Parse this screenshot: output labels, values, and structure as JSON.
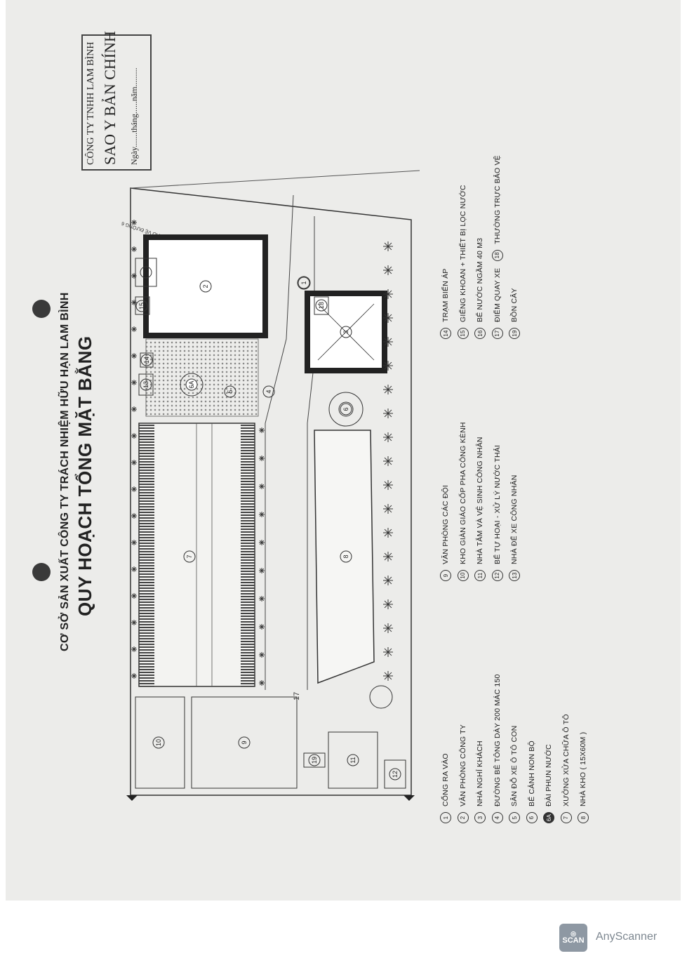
{
  "header": {
    "company_line": "CƠ SỞ SẢN XUẤT CÔNG TY TRÁCH NHIỆM HỮU HẠN LAM BÌNH",
    "title": "QUY HOẠCH TỔNG MẶT BẰNG"
  },
  "stamp": {
    "company": "CÔNG TY TNHH LAM BÌNH",
    "label": "SAO Y BẢN CHÍNH",
    "date_line": "Ngày.......tháng......năm........."
  },
  "plan_labels": {
    "road_label": "ĐẤT HÀNH LANG BẢO VỆ ĐƯỜNG 6",
    "building_numbers": [
      "1",
      "2",
      "3",
      "4",
      "5",
      "6",
      "6A",
      "7",
      "8",
      "9",
      "10",
      "11",
      "12",
      "13",
      "14",
      "15",
      "16",
      "17",
      "18",
      "19"
    ]
  },
  "legend": [
    {
      "num": "1",
      "label": "CỔNG RA VÀO"
    },
    {
      "num": "2",
      "label": "VĂN PHÒNG CÔNG TY"
    },
    {
      "num": "3",
      "label": "NHÀ NGHỈ KHÁCH"
    },
    {
      "num": "4",
      "label": "ĐƯỜNG BÊ TÔNG DÀY 200 MÁC 150"
    },
    {
      "num": "5",
      "label": "SÂN ĐỖ XE Ô TÔ CON"
    },
    {
      "num": "6",
      "label": "BỂ CẢNH NON BỘ"
    },
    {
      "num": "6A",
      "label": "ĐÀI PHUN NƯỚC"
    },
    {
      "num": "7",
      "label": "XƯỞNG XỬA CHỮA Ô TÔ"
    },
    {
      "num": "8",
      "label": "NHÀ KHO   ( 15X60M )"
    },
    {
      "num": "9",
      "label": "VĂN PHÒNG CÁC ĐỘI"
    },
    {
      "num": "10",
      "label": "KHO GIÀN GIÁO CỐP PHA CÔNG KÈNH"
    },
    {
      "num": "11",
      "label": "NHÀ TẮM VÀ VỆ SINH CÔNG NHÂN"
    },
    {
      "num": "12",
      "label": "BỂ TỰ HOẠI - XỬ LÝ NƯỚC THẢI"
    },
    {
      "num": "13",
      "label": "NHÀ ĐỂ XE CÔNG NHÂN"
    },
    {
      "num": "14",
      "label": "TRẠM BIẾN ÁP"
    },
    {
      "num": "15",
      "label": "GIẾNG KHOAN + THIẾT BỊ LỌC NƯỚC"
    },
    {
      "num": "16",
      "label": "BỂ NƯỚC NGẦM 40 M3"
    },
    {
      "num": "17",
      "label": "ĐIỂM QUAY XE"
    },
    {
      "num": "18",
      "label": "THƯỜNG TRỰC BẢO VỆ"
    },
    {
      "num": "19",
      "label": "BỒN CÂY"
    }
  ],
  "footer": {
    "logo_text": "SCAN",
    "app_name": "AnyScanner"
  },
  "colors": {
    "paper": "#ececea",
    "ink": "#222222",
    "hatch": "#555555"
  }
}
